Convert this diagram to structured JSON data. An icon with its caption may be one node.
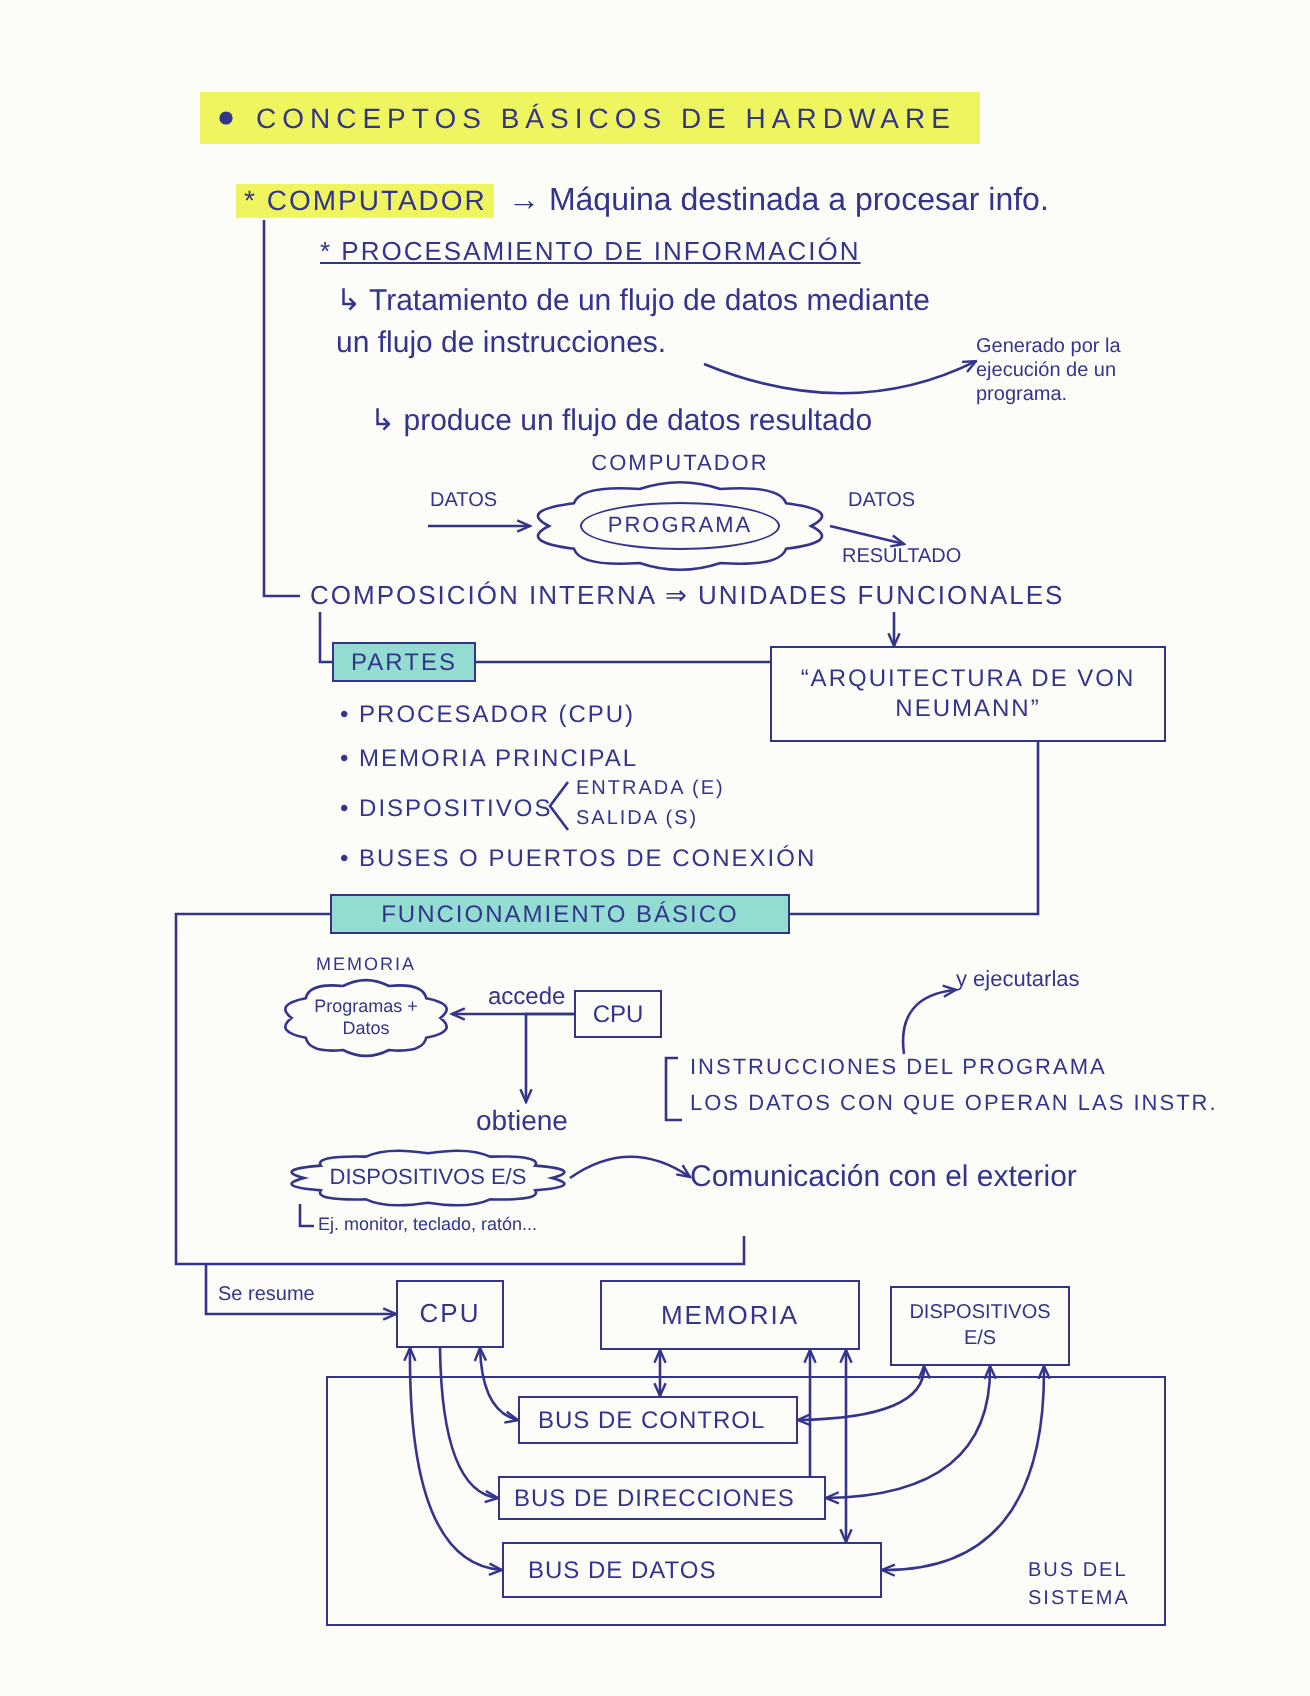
{
  "diagram": {
    "title": "CONCEPTOS BÁSICOS DE HARDWARE",
    "nodes": [
      {
        "text": [
          "↳ Tratamiento de un flujo de datos mediante un flujo de instrucciones."
        ]
      },
      {
        "text": [
          "Generado por la ejecución de un programa."
        ]
      },
      {
        "text": [
          "COMPUTADOR"
        ]
      },
      {
        "text": [
          "PROGRAMA"
        ],
        "in": 2
      },
      {
        "text": [
          "RESULTADO"
        ]
      },
      {
        "text": [
          "COMPOSICIÓN INTERNA ⇒ UNIDADES FUNCIONALES"
        ]
      },
      {
        "text": [
          "PARTES"
        ]
      },
      {
        "text": [
          "“ARQUITECTURA DE VON NEUMANN”"
        ]
      },
      {
        "text": [
          "FUNCIONAMIENTO BÁSICO"
        ]
      },
      {
        "text": [
          "MEMORIA",
          "Programas + Datos"
        ]
      },
      {
        "text": [
          "CPU"
        ]
      },
      {
        "text": [
          "y ejecutarlas"
        ]
      },
      {
        "text": [
          "obtiene"
        ]
      },
      {
        "text": [
          "INSTRUCCIONES DEL PROGRAMA"
        ]
      },
      {
        "text": [
          "DISPOSITIVOS E/S"
        ],
        "beside": [
          "Ej. monitor, teclado, ratón..."
        ]
      },
      {
        "text": [
          "Comunicación con el exterior"
        ]
      },
      {
        "text": [
          "CPU"
        ]
      },
      {
        "text": [
          "MEMORIA"
        ]
      },
      {
        "text": [
          "DISPOSITIVOS E/S"
        ]
      },
      {
        "text": [
          "BUS DEL SISTEMA"
        ]
      },
      {
        "text": [
          "BUS DE CONTROL"
        ],
        "in": 19
      },
      {
        "text": [
          "BUS DE DIRECCIONES"
        ],
        "in": 19
      },
      {
        "text": [
          "BUS DE DATOS"
        ],
        "in": 19
      }
    ],
    "edges": [
      {
        "from": 0,
        "to": 1,
        "arrow": "to"
      },
      {
        "from": null,
        "to": 2,
        "arrow": "to",
        "label": "DATOS"
      },
      {
        "from": 2,
        "to": 4,
        "arrow": "to",
        "label": "DATOS"
      },
      {
        "from": 6,
        "to": 7,
        "arrow": "none"
      },
      {
        "from": 5,
        "to": 7,
        "arrow": "to"
      },
      {
        "from": 7,
        "to": 8,
        "arrow": "none"
      },
      {
        "from": 10,
        "to": 9,
        "arrow": "to",
        "label": "accede"
      },
      {
        "from": 10,
        "to": 12,
        "arrow": "to"
      },
      {
        "from": 13,
        "to": 11,
        "arrow": "to"
      },
      {
        "from": 14,
        "to": 15,
        "arrow": "to"
      },
      {
        "from": null,
        "to": 16,
        "arrow": "to",
        "label": "Se resume"
      },
      {
        "from": 16,
        "to": 20,
        "arrow": "both"
      },
      {
        "from": 16,
        "to": 21,
        "arrow": "to"
      },
      {
        "from": 16,
        "to": 22,
        "arrow": "both"
      },
      {
        "from": 17,
        "to": 20,
        "arrow": "both"
      },
      {
        "from": 21,
        "to": 17,
        "arrow": "to"
      },
      {
        "from": 17,
        "to": 22,
        "arrow": "both"
      },
      {
        "from": 18,
        "to": 20,
        "arrow": "both"
      },
      {
        "from": 18,
        "to": 21,
        "arrow": "both"
      },
      {
        "from": 18,
        "to": 22,
        "arrow": "both"
      },
      {
        "from": 5,
        "to": 6,
        "arrow": "none"
      }
    ],
    "labels": [
      "* COMPUTADOR",
      "→ Máquina destinada a procesar info.",
      "* PROCESAMIENTO DE INFORMACIÓN",
      "↳ produce un flujo de datos resultado",
      "• PROCESADOR (CPU)",
      "• MEMORIA PRINCIPAL",
      "• DISPOSITIVOS",
      "ENTRADA (E)",
      "SALIDA (S)",
      "• BUSES O PUERTOS DE CONEXIÓN",
      "LOS DATOS CON QUE OPERAN LAS INSTR."
    ]
  }
}
